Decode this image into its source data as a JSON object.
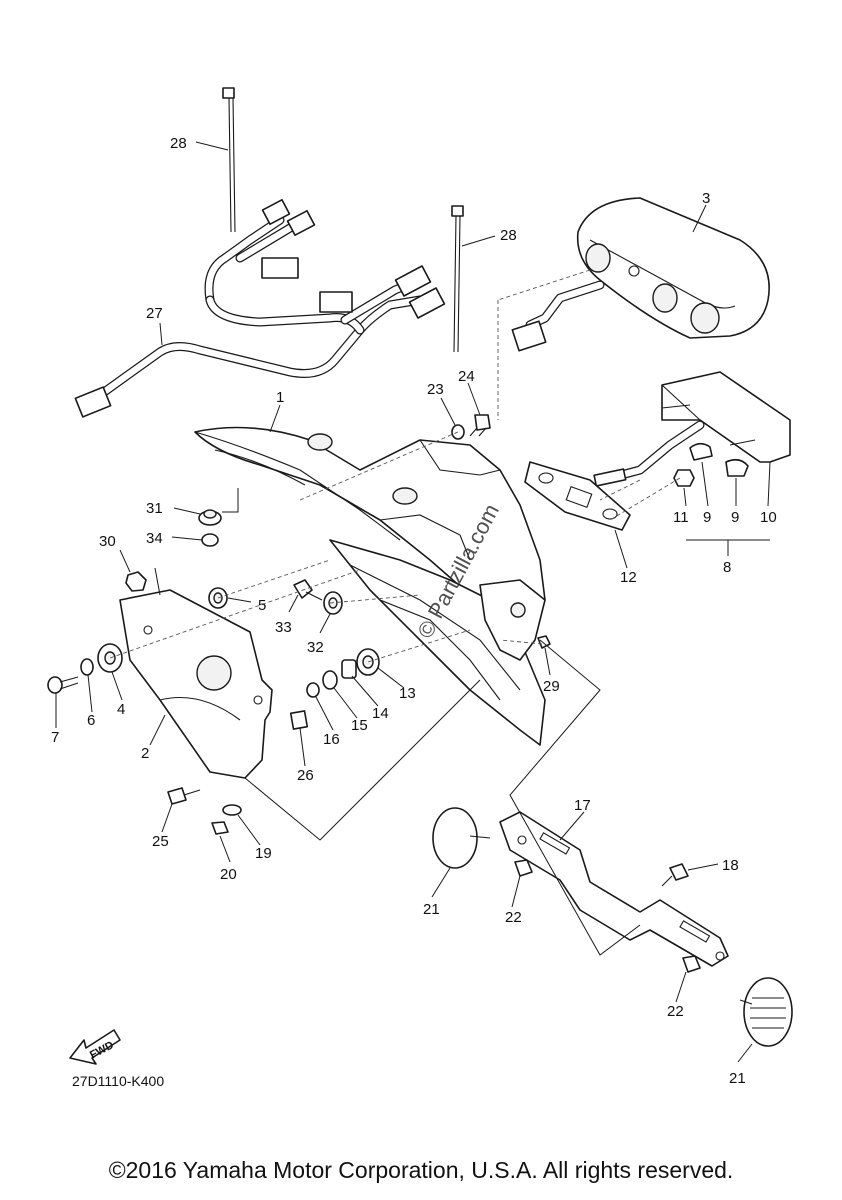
{
  "diagram": {
    "code": "27D1110-K400",
    "fwd_label": "FWD",
    "watermark": "© Partzilla.com",
    "copyright": "©2016 Yamaha Motor Corporation, U.S.A. All rights reserved.",
    "callouts": [
      {
        "id": "c28a",
        "label": "28"
      },
      {
        "id": "c28b",
        "label": "28"
      },
      {
        "id": "c3",
        "label": "3"
      },
      {
        "id": "c27",
        "label": "27"
      },
      {
        "id": "c23",
        "label": "23"
      },
      {
        "id": "c24",
        "label": "24"
      },
      {
        "id": "c1",
        "label": "1"
      },
      {
        "id": "c31",
        "label": "31"
      },
      {
        "id": "c34",
        "label": "34"
      },
      {
        "id": "c30",
        "label": "30"
      },
      {
        "id": "c5",
        "label": "5"
      },
      {
        "id": "c33",
        "label": "33"
      },
      {
        "id": "c32",
        "label": "32"
      },
      {
        "id": "c11",
        "label": "11"
      },
      {
        "id": "c9a",
        "label": "9"
      },
      {
        "id": "c9b",
        "label": "9"
      },
      {
        "id": "c10",
        "label": "10"
      },
      {
        "id": "c8",
        "label": "8"
      },
      {
        "id": "c12",
        "label": "12"
      },
      {
        "id": "c29",
        "label": "29"
      },
      {
        "id": "c13",
        "label": "13"
      },
      {
        "id": "c14",
        "label": "14"
      },
      {
        "id": "c15",
        "label": "15"
      },
      {
        "id": "c16",
        "label": "16"
      },
      {
        "id": "c4",
        "label": "4"
      },
      {
        "id": "c6",
        "label": "6"
      },
      {
        "id": "c7",
        "label": "7"
      },
      {
        "id": "c2",
        "label": "2"
      },
      {
        "id": "c26",
        "label": "26"
      },
      {
        "id": "c25",
        "label": "25"
      },
      {
        "id": "c19",
        "label": "19"
      },
      {
        "id": "c20",
        "label": "20"
      },
      {
        "id": "c17",
        "label": "17"
      },
      {
        "id": "c18",
        "label": "18"
      },
      {
        "id": "c21a",
        "label": "21"
      },
      {
        "id": "c22a",
        "label": "22"
      },
      {
        "id": "c22b",
        "label": "22"
      },
      {
        "id": "c21b",
        "label": "21"
      }
    ]
  }
}
